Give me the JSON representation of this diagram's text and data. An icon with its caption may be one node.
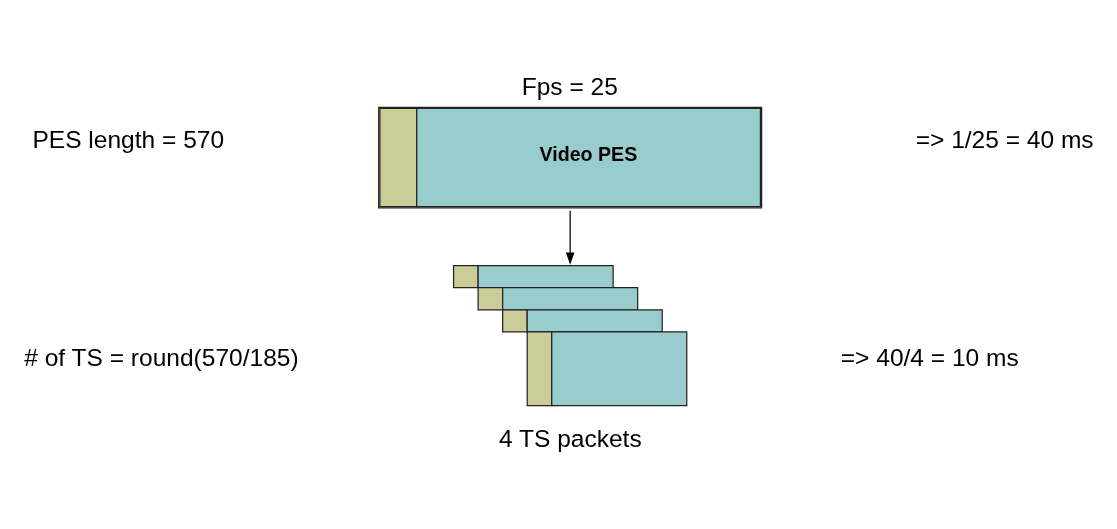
{
  "diagram": {
    "nodes": [
      {
        "text": [
          "Video PES"
        ],
        "beside": [
          "Fps = 25"
        ]
      },
      {
        "text": [],
        "shape": "box",
        "beside": [
          "4 TS packets"
        ]
      }
    ],
    "edges": [
      {
        "from": 0,
        "to": 1,
        "arrow": "to"
      }
    ],
    "labels": [
      "PES length = 570",
      "=> 1/25 = 40 ms",
      "# of TS = round(570/185)",
      "=> 40/4 = 10 ms"
    ]
  }
}
